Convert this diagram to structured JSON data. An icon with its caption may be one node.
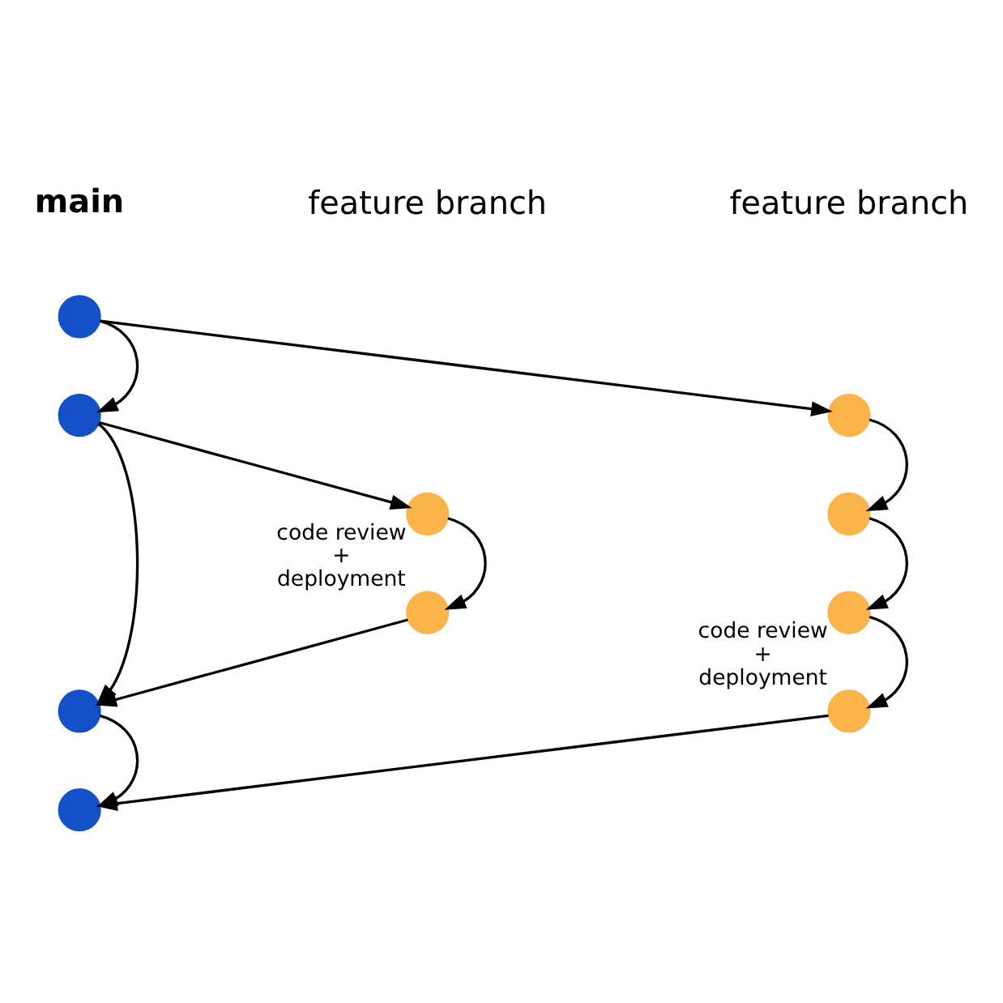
{
  "diagram": {
    "nodes": [
      {
        "text": [],
        "shape": "circle"
      },
      {
        "text": [],
        "shape": "circle"
      },
      {
        "text": [],
        "shape": "circle"
      },
      {
        "text": [],
        "shape": "circle"
      },
      {
        "text": [],
        "shape": "circle"
      },
      {
        "text": [],
        "shape": "circle",
        "beside": [
          "code review + deployment"
        ]
      },
      {
        "text": [],
        "shape": "circle"
      },
      {
        "text": [],
        "shape": "circle"
      },
      {
        "text": [],
        "shape": "circle",
        "beside": [
          "code review + deployment"
        ]
      },
      {
        "text": [],
        "shape": "circle"
      }
    ],
    "edges": [
      {
        "from": 0,
        "to": 1,
        "arrow": "to"
      },
      {
        "from": 0,
        "to": 2,
        "arrow": "to"
      },
      {
        "from": 2,
        "to": 3,
        "arrow": "to"
      },
      {
        "from": 3,
        "to": 5,
        "arrow": "to"
      },
      {
        "from": 1,
        "to": 4,
        "arrow": "to"
      },
      {
        "from": 5,
        "to": 6,
        "arrow": "to"
      },
      {
        "from": 2,
        "to": 6,
        "arrow": "to"
      },
      {
        "from": 4,
        "to": 7,
        "arrow": "to"
      },
      {
        "from": 7,
        "to": 8,
        "arrow": "to"
      },
      {
        "from": 8,
        "to": 9,
        "arrow": "to"
      },
      {
        "from": 6,
        "to": 9,
        "arrow": "to"
      }
    ],
    "labels": [
      "main",
      "feature branch",
      "feature branch"
    ]
  }
}
